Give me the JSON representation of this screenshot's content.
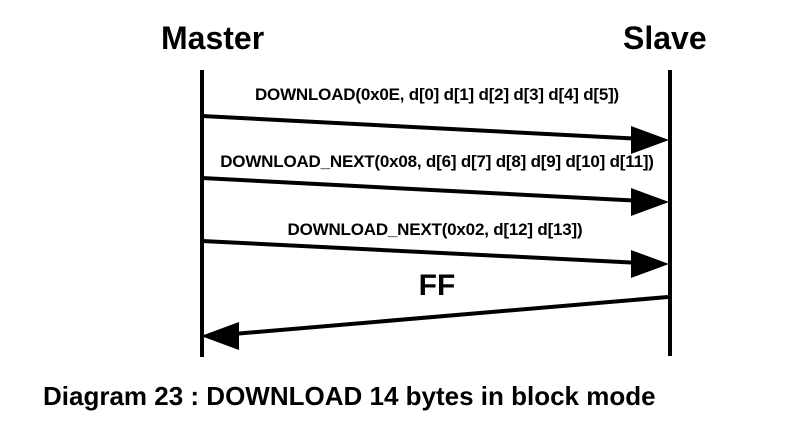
{
  "diagram": {
    "participants": [
      {
        "name": "Master",
        "role": "left-lifeline"
      },
      {
        "name": "Slave",
        "role": "right-lifeline"
      }
    ],
    "messages": [
      {
        "label": "DOWNLOAD(0x0E, d[0] d[1] d[2] d[3] d[4] d[5])",
        "from": "Master",
        "to": "Slave",
        "direction": "right"
      },
      {
        "label": "DOWNLOAD_NEXT(0x08, d[6] d[7] d[8] d[9] d[10] d[11])",
        "from": "Master",
        "to": "Slave",
        "direction": "right"
      },
      {
        "label": "DOWNLOAD_NEXT(0x02, d[12] d[13])",
        "from": "Master",
        "to": "Slave",
        "direction": "right"
      },
      {
        "label": "FF",
        "from": "Slave",
        "to": "Master",
        "direction": "left"
      }
    ],
    "caption": "Diagram 23 : DOWNLOAD 14 bytes in block mode"
  },
  "colors": {
    "foreground": "#000000",
    "background": "#ffffff"
  }
}
